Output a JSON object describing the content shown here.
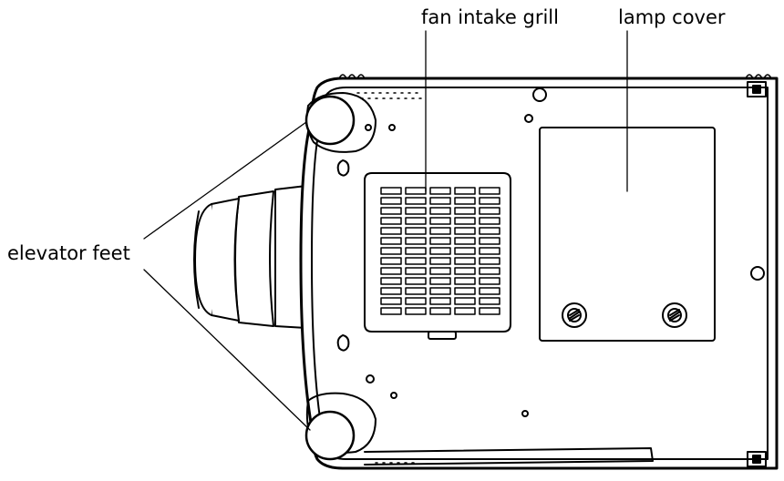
{
  "labels": {
    "fan_intake_grill": "fan intake grill",
    "lamp_cover": "lamp cover",
    "elevator_feet": "elevator feet"
  },
  "colors": {
    "line": "#000000",
    "fill": "#ffffff"
  }
}
